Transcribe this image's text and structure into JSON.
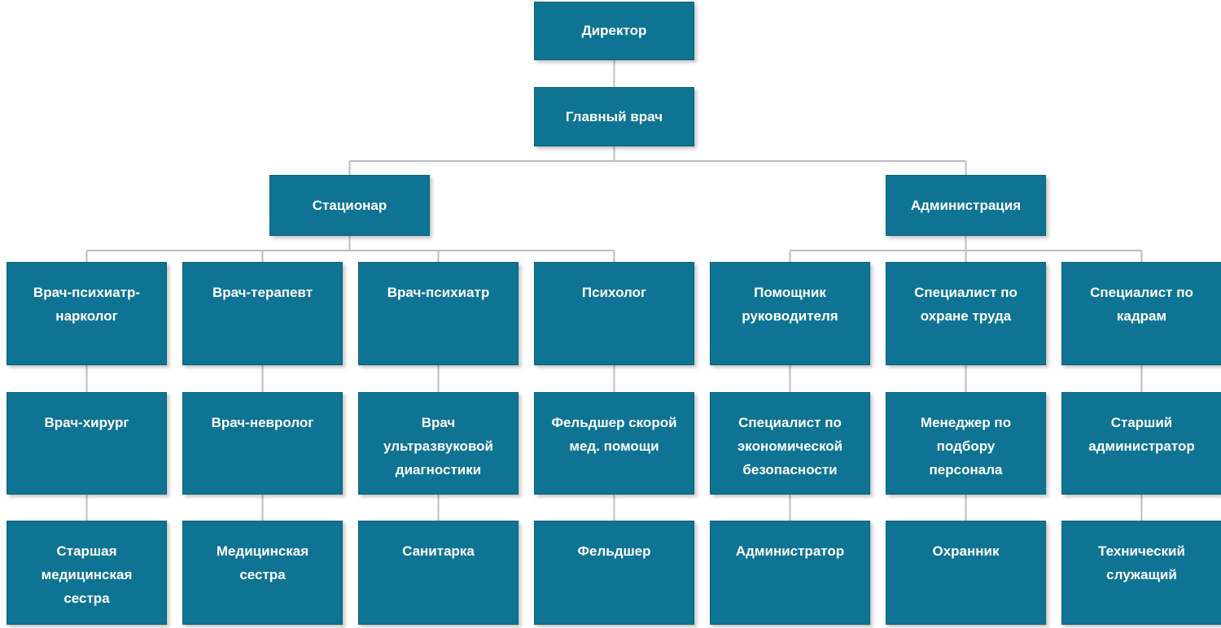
{
  "colors": {
    "node_fill": "#0F7493",
    "node_border": "#0C6075",
    "node_text": "#ffffff",
    "connector": "#BDBDBD",
    "background": "#ffffff"
  },
  "nodes": {
    "director": {
      "label": "Директор"
    },
    "chief_physician": {
      "label": "Главный врач"
    },
    "inpatient": {
      "label": "Стационар"
    },
    "administration": {
      "label": "Администрация"
    },
    "psychiatrist_narcologist": {
      "label": "Врач-психиатр-\nнарколог"
    },
    "therapist": {
      "label": "Врач-терапевт"
    },
    "psychiatrist": {
      "label": "Врач-психиатр"
    },
    "psychologist": {
      "label": "Психолог"
    },
    "assistant_to_director": {
      "label": "Помощник\nруководителя"
    },
    "labor_safety_specialist": {
      "label": "Специалист по\nохране труда"
    },
    "hr_specialist": {
      "label": "Специалист по\nкадрам"
    },
    "surgeon": {
      "label": "Врач-хирург"
    },
    "neurologist": {
      "label": "Врач-невролог"
    },
    "ultrasound_doctor": {
      "label": "Врач\nультразвуковой\nдиагностики"
    },
    "ambulance_paramedic": {
      "label": "Фельдшер скорой\nмед. помощи"
    },
    "economic_security_specialist": {
      "label": "Специалист по\nэкономической\nбезопасности"
    },
    "recruitment_manager": {
      "label": "Менеджер по\nподбору\nперсонала"
    },
    "senior_administrator": {
      "label": "Старший\nадминистратор"
    },
    "head_nurse": {
      "label": "Старшая\nмедицинская\nсестра"
    },
    "nurse": {
      "label": "Медицинская\nсестра"
    },
    "orderly": {
      "label": "Санитарка"
    },
    "paramedic": {
      "label": "Фельдшер"
    },
    "administrator": {
      "label": "Администратор"
    },
    "guard": {
      "label": "Охранник"
    },
    "technical_worker": {
      "label": "Технический\nслужащий"
    }
  },
  "edges": [
    {
      "from": "director",
      "to": "chief_physician"
    },
    {
      "from": "chief_physician",
      "to": "inpatient"
    },
    {
      "from": "chief_physician",
      "to": "administration"
    },
    {
      "from": "inpatient",
      "to": "psychiatrist_narcologist"
    },
    {
      "from": "inpatient",
      "to": "therapist"
    },
    {
      "from": "inpatient",
      "to": "psychiatrist"
    },
    {
      "from": "inpatient",
      "to": "psychologist"
    },
    {
      "from": "administration",
      "to": "assistant_to_director"
    },
    {
      "from": "administration",
      "to": "labor_safety_specialist"
    },
    {
      "from": "administration",
      "to": "hr_specialist"
    },
    {
      "from": "psychiatrist_narcologist",
      "to": "surgeon"
    },
    {
      "from": "therapist",
      "to": "neurologist"
    },
    {
      "from": "psychiatrist",
      "to": "ultrasound_doctor"
    },
    {
      "from": "psychologist",
      "to": "ambulance_paramedic"
    },
    {
      "from": "assistant_to_director",
      "to": "economic_security_specialist"
    },
    {
      "from": "labor_safety_specialist",
      "to": "recruitment_manager"
    },
    {
      "from": "hr_specialist",
      "to": "senior_administrator"
    },
    {
      "from": "surgeon",
      "to": "head_nurse"
    },
    {
      "from": "neurologist",
      "to": "nurse"
    },
    {
      "from": "ultrasound_doctor",
      "to": "orderly"
    },
    {
      "from": "ambulance_paramedic",
      "to": "paramedic"
    },
    {
      "from": "economic_security_specialist",
      "to": "administrator"
    },
    {
      "from": "recruitment_manager",
      "to": "guard"
    },
    {
      "from": "senior_administrator",
      "to": "technical_worker"
    }
  ]
}
